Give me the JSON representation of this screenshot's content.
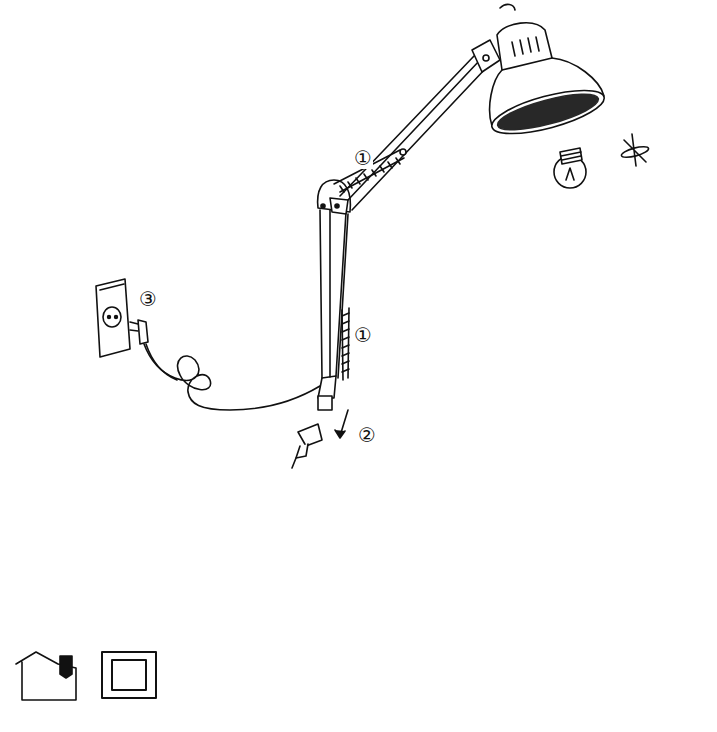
{
  "diagram": {
    "labels": [
      "①",
      "①",
      "②",
      "③"
    ]
  }
}
